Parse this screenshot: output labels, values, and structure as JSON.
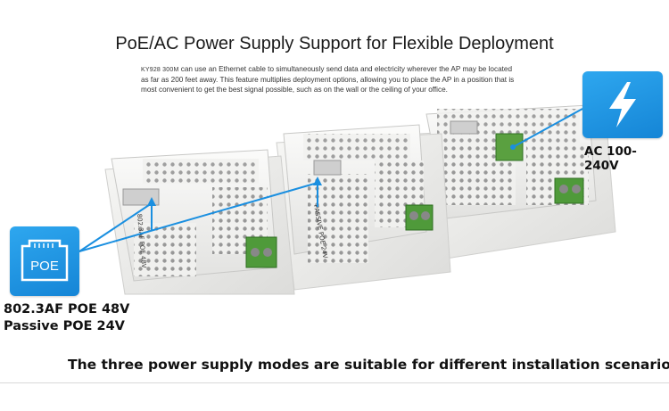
{
  "header": {
    "title": "PoE/AC Power Supply Support for Flexible Deployment",
    "model": "KY928 300M",
    "description_1": "can use an Ethernet cable to simultaneously send data and electricity wherever the AP may be located",
    "description_2": "as far as 200 feet away. This feature multiplies deployment options, allowing you to place the AP in a position that is",
    "description_3": "most convenient to get the best signal possible, such as on the wall or the ceiling of your office."
  },
  "poe_callout": {
    "icon": "ethernet-port-icon",
    "icon_text": "POE",
    "line1": "802.3AF POE 48V",
    "line2": "Passive POE 24V"
  },
  "ac_callout": {
    "icon": "lightning-bolt-icon",
    "label": "AC 100-240V"
  },
  "device_labels": {
    "left_port": "802.3AF POE 48V",
    "middle_port": "PASSIVE POE 24V"
  },
  "footer": {
    "text": "The three power supply modes are suitable for different installation scenarios."
  },
  "colors": {
    "accent_blue": "#1e96e3",
    "line_blue": "#1a8fe0",
    "terminal_green": "#4f9a3a"
  }
}
